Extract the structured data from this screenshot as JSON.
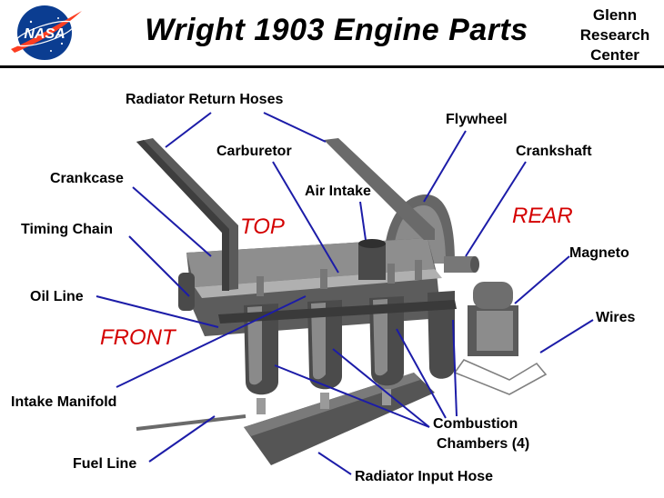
{
  "header": {
    "logo_text": "NASA",
    "title": "Wright 1903 Engine Parts",
    "center_lines": [
      "Glenn",
      "Research",
      "Center"
    ]
  },
  "labels": {
    "radiator_return_hoses": "Radiator Return Hoses",
    "flywheel": "Flywheel",
    "carburetor": "Carburetor",
    "crankshaft": "Crankshaft",
    "crankcase": "Crankcase",
    "air_intake": "Air Intake",
    "timing_chain": "Timing Chain",
    "magneto": "Magneto",
    "oil_line": "Oil Line",
    "wires": "Wires",
    "intake_manifold": "Intake Manifold",
    "combustion_chambers_1": "Combustion",
    "combustion_chambers_2": "Chambers (4)",
    "fuel_line": "Fuel Line",
    "radiator_input_hose": "Radiator Input Hose"
  },
  "directions": {
    "top": "TOP",
    "rear": "REAR",
    "front": "FRONT"
  },
  "colors": {
    "leader_line": "#1c1ca8",
    "direction_text": "#d40000",
    "engine_dark": "#3f3f3f",
    "engine_mid": "#707070",
    "engine_light": "#a8a8a8",
    "header_rule": "#000000",
    "logo_blue": "#0b3d91",
    "logo_red": "#fc3d21"
  }
}
